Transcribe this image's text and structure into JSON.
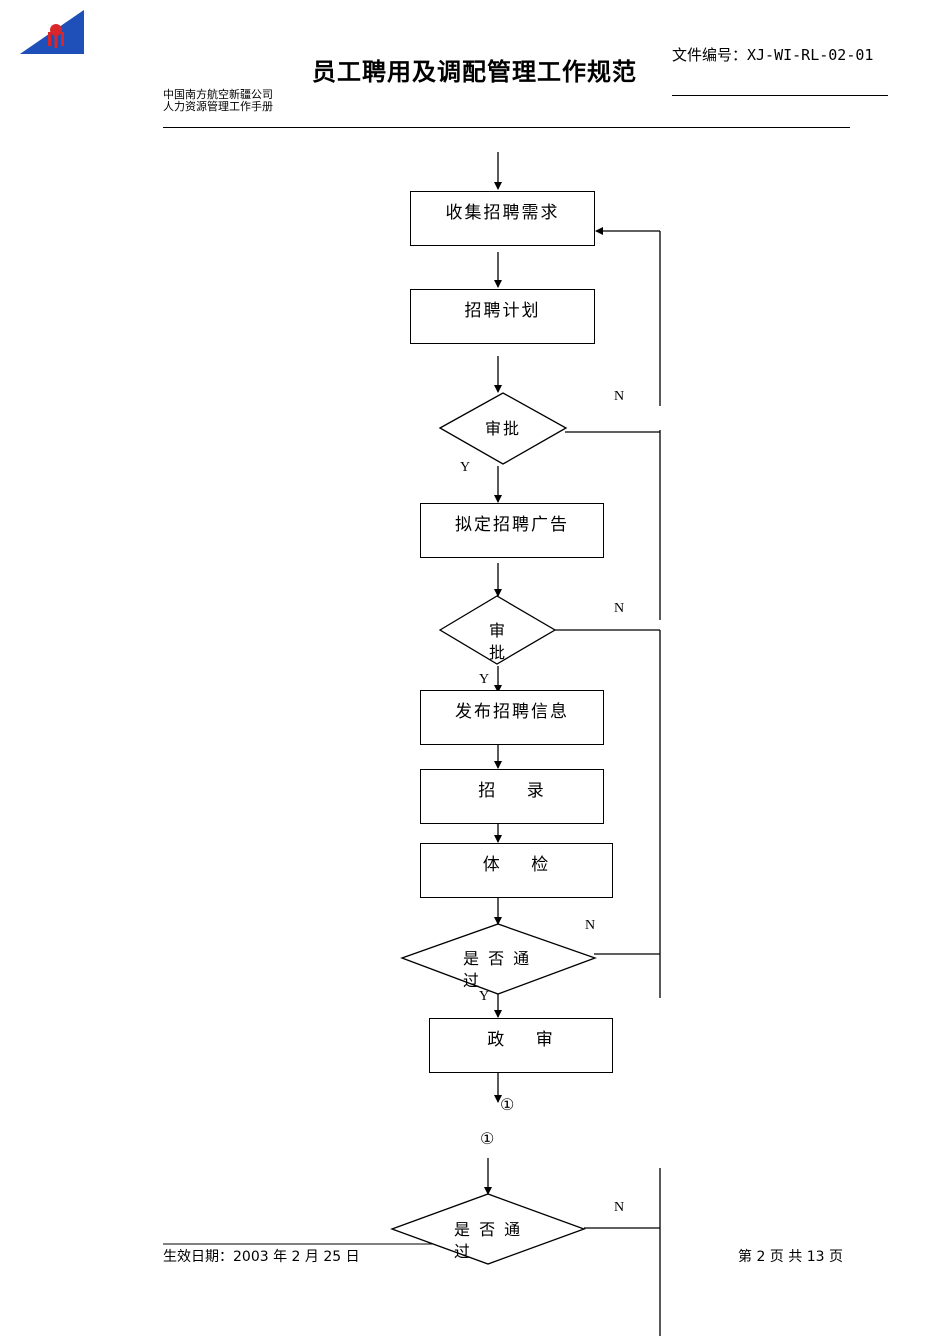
{
  "header": {
    "title": "员工聘用及调配管理工作规范",
    "doc_number": "文件编号：XJ-WI-RL-02-01",
    "company_line1": "中国南方航空新疆公司",
    "company_line2": "人力资源管理工作手册"
  },
  "flow": {
    "collect": "收集招聘需求",
    "plan": "招聘计划",
    "approve1": "审批",
    "draft_ad": "拟定招聘广告",
    "approve2_line1": "审",
    "approve2_line2": "批",
    "publish": "发布招聘信息",
    "recruit": "招    录",
    "physical": "体    检",
    "pass1_line1": "是 否 通",
    "pass1_line2": "过",
    "political": "政    审",
    "connector_out": "①",
    "connector_in": "①",
    "pass2_line1": "是 否 通",
    "pass2_line2": "过",
    "yes": "Y",
    "no": "N"
  },
  "footer": {
    "effective_date": "生效日期：2003 年 2 月 25 日",
    "page": "第 2 页  共 13 页"
  },
  "colors": {
    "logo_blue": "#1f4fb8",
    "logo_red": "#d8262b"
  }
}
